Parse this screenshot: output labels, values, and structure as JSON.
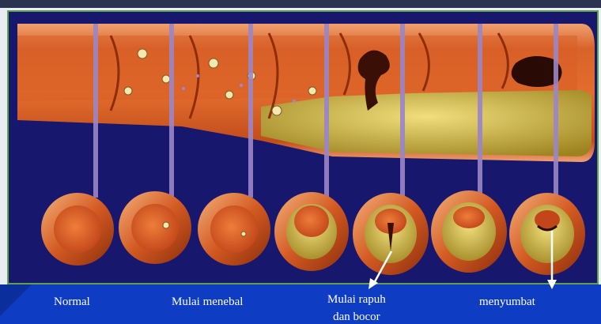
{
  "captions": {
    "normal": "Normal",
    "thickening": "Mulai menebal",
    "rupture_line1": "Mulai rapuh",
    "rupture_line2": "dan bocor",
    "blockage": "menyumbat"
  },
  "colors": {
    "top_bar": "#2b3350",
    "panel_background": "#17186d",
    "panel_border": "#5fa24e",
    "bottom_band": "#0e3cc2",
    "artery_outer": "#c9501e",
    "artery_inner": "#e0682e",
    "plaque": "#c7ad2c",
    "connector": "#9a86c6"
  }
}
